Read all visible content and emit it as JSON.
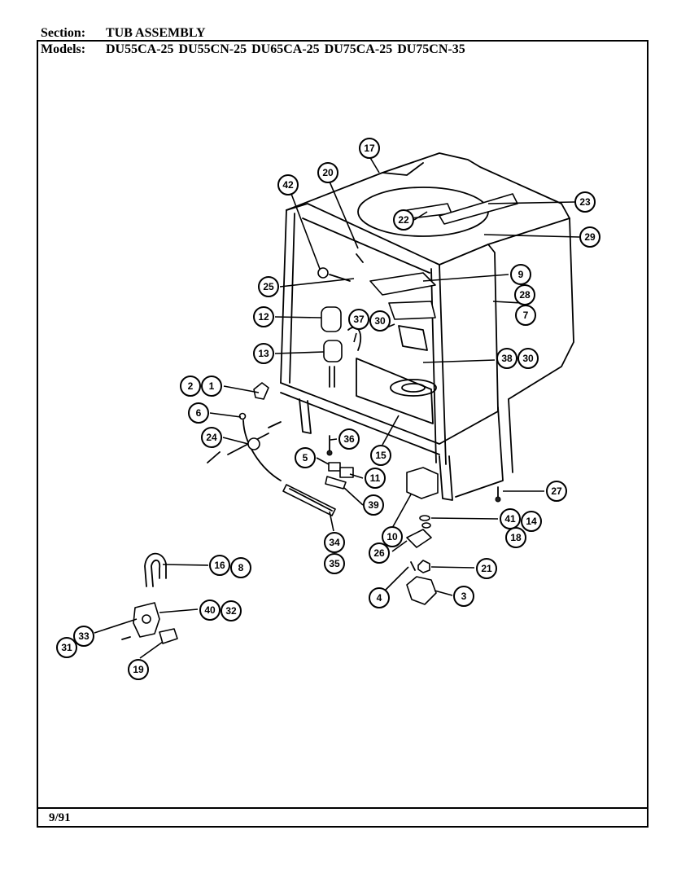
{
  "header": {
    "section_label": "Section:",
    "section_value": "TUB ASSEMBLY",
    "models_label": "Models:",
    "models_value": "DU55CA-25  DU55CN-25  DU65CA-25  DU75CA-25  DU75CN-35"
  },
  "footer": {
    "date": "9/91"
  },
  "callouts": [
    "1",
    "2",
    "3",
    "4",
    "5",
    "6",
    "7",
    "8",
    "9",
    "10",
    "11",
    "12",
    "13",
    "14",
    "15",
    "16",
    "17",
    "18",
    "19",
    "20",
    "21",
    "22",
    "23",
    "24",
    "25",
    "26",
    "27",
    "28",
    "29",
    "30",
    "30",
    "31",
    "32",
    "33",
    "34",
    "35",
    "36",
    "37",
    "38",
    "39",
    "40",
    "41",
    "42"
  ]
}
